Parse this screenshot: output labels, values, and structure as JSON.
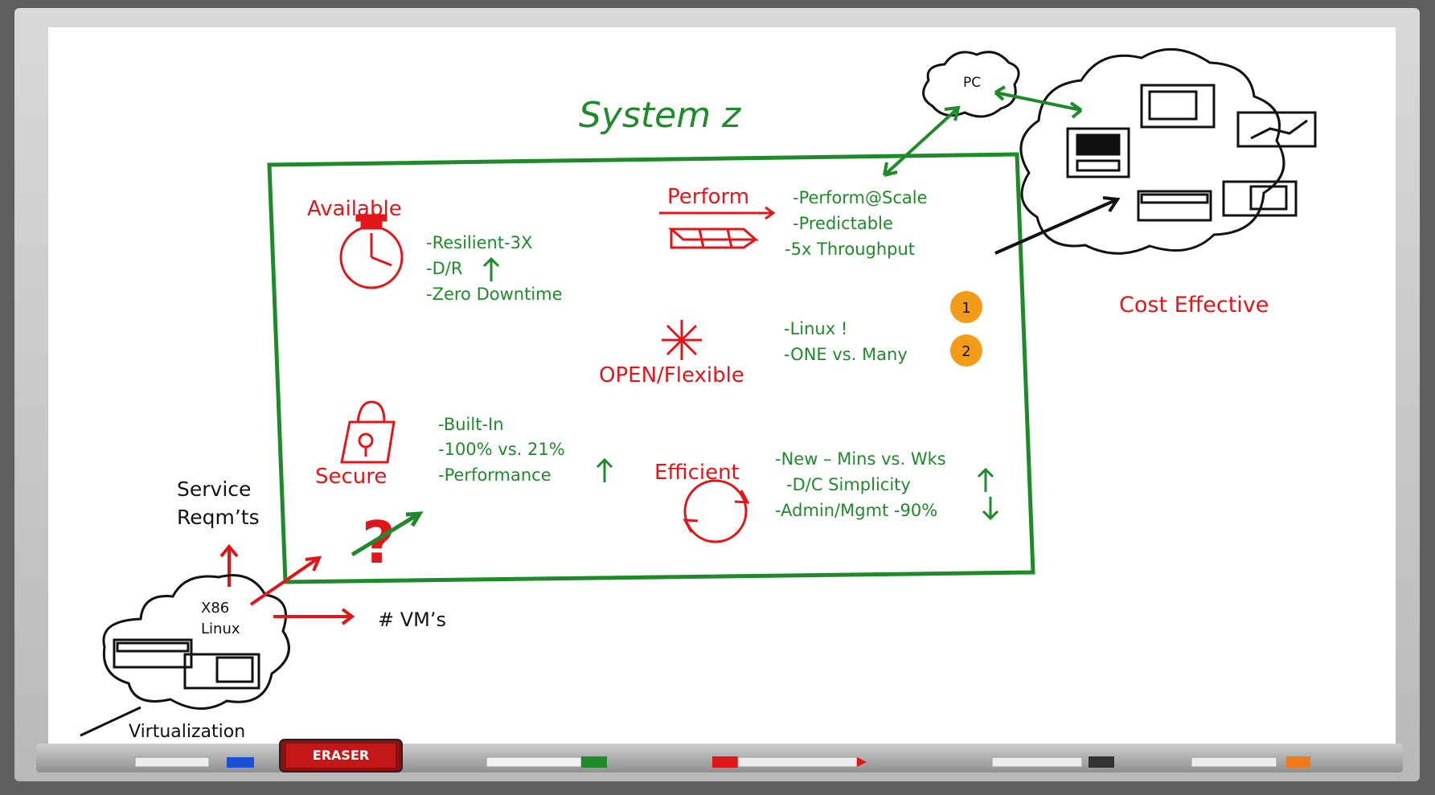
{
  "title": "System z",
  "quadrants": {
    "available": {
      "label": "Available",
      "lines": [
        "-Resilient-3X",
        "-D/R",
        "-Zero Downtime"
      ]
    },
    "perform": {
      "label": "Perform",
      "lines": [
        "-Perform@Scale",
        "-Predictable",
        "-5x Throughput"
      ]
    },
    "open": {
      "label": "OPEN/Flexible",
      "lines": [
        "-Linux !",
        "-ONE vs. Many"
      ]
    },
    "secure": {
      "label": "Secure",
      "lines": [
        "-Built-In",
        "-100% vs. 21%",
        "-Performance"
      ]
    },
    "efficient": {
      "label": "Efficient",
      "lines": [
        "-New – Mins vs. Wks",
        "-D/C Simplicity",
        "-Admin/Mgmt -90%"
      ]
    }
  },
  "badges": [
    "1",
    "2"
  ],
  "cloud_pc": {
    "label": "PC"
  },
  "cost_label": "Cost Effective",
  "service_label": [
    "Service",
    "Reqm’ts"
  ],
  "vms_label": "# VM’s",
  "x86_label": [
    "X86",
    "Linux"
  ],
  "virtualization_label": "Virtualization",
  "eraser_label": "ERASER",
  "colors": {
    "green": "#1e8a2a",
    "red": "#e1161b",
    "black": "#111111",
    "badge": "#f39c1a"
  }
}
